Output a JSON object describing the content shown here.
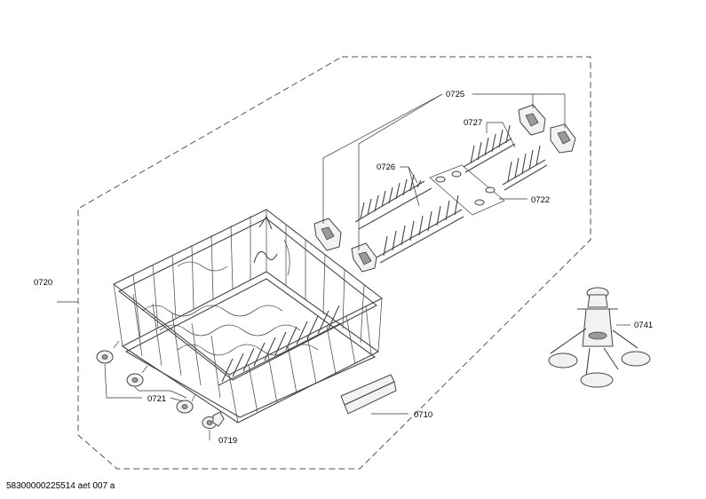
{
  "labels": {
    "l0725": "0725",
    "l0727": "0727",
    "l0726": "0726",
    "l0722": "0722",
    "l0720": "0720",
    "l0741": "0741",
    "l0721": "0721",
    "l0710": "0710",
    "l0719": "0719"
  },
  "footer": "58300000225514 aet 007 a"
}
